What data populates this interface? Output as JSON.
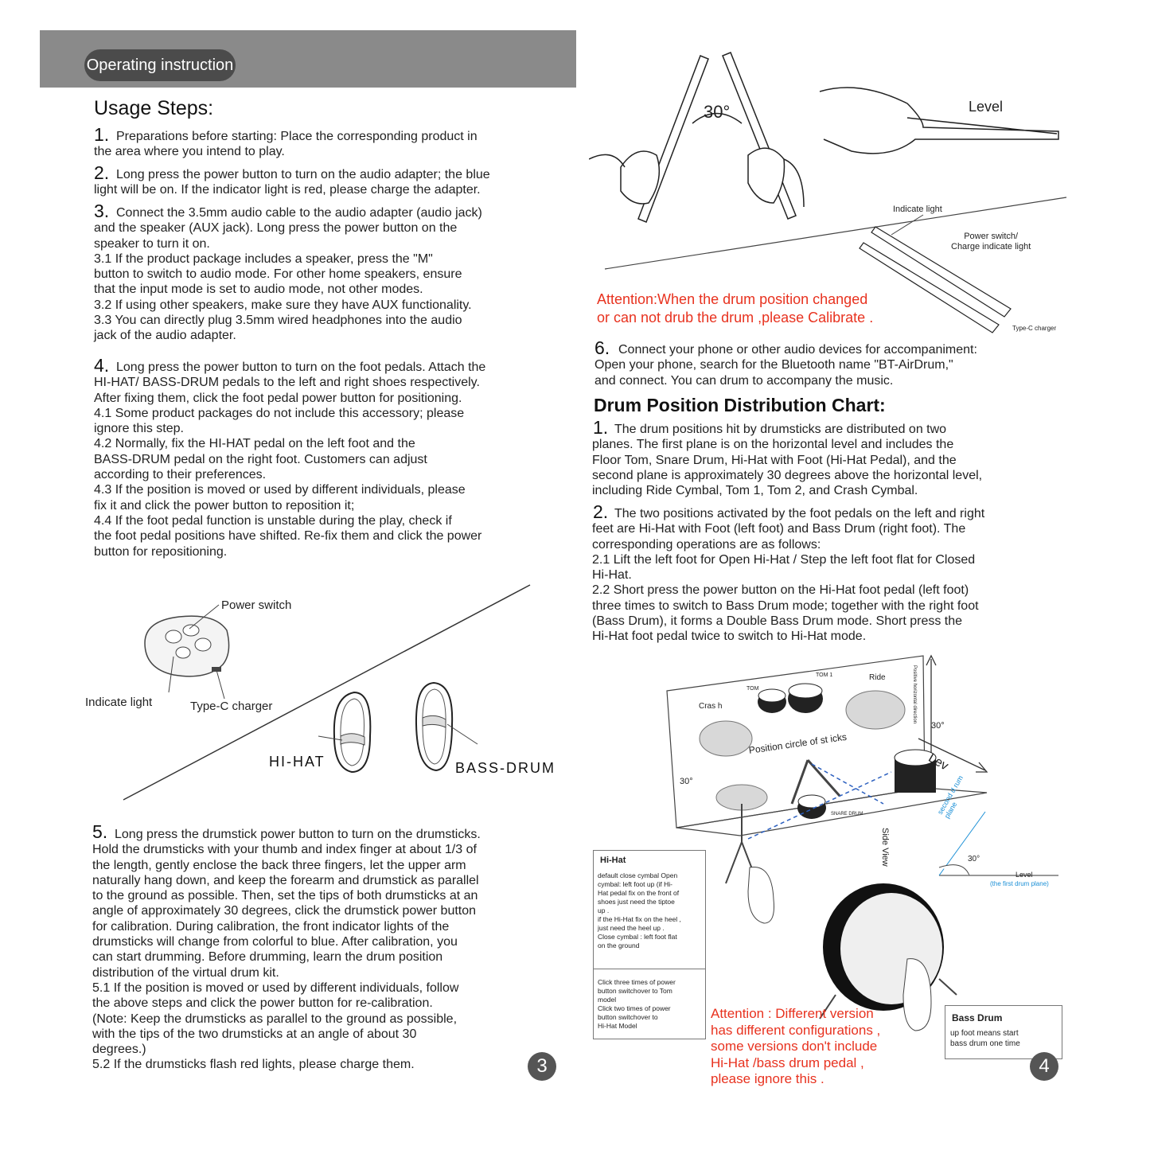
{
  "header": {
    "title": "Operating instruction"
  },
  "left": {
    "heading": "Usage Steps:",
    "step1": {
      "num": "1.",
      "text": "Preparations before starting: Place the corresponding product in\nthe area where you intend to play."
    },
    "step2": {
      "num": "2.",
      "text": "Long press the power button to turn on the audio adapter; the blue\nlight will be on. If the indicator light is red, please charge the adapter."
    },
    "step3": {
      "num": "3.",
      "text": "Connect the 3.5mm audio cable to the audio adapter (audio jack)\nand the speaker (AUX jack). Long press the  power button on the\nspeaker to turn it on.\n      3.1 If the product package includes a speaker, press the \"M\"\nbutton to switch to audio mode. For other home speakers, ensure\nthat the input mode is set to audio mode, not other modes.\n    3.2 If using other speakers, make sure they have AUX functionality.\n    3.3 You can directly plug 3.5mm wired headphones into the audio\njack of the audio adapter."
    },
    "step4": {
      "num": "4.",
      "text": "Long press the power button to turn on the foot pedals. Attach the\nHI-HAT/ BASS-DRUM pedals to the left and right shoes respectively.\nAfter fixing them, click the foot pedal power button for positioning.\n      4.1 Some product packages do not include this accessory; please\nignore this step.\n      4.2 Normally, fix the HI-HAT pedal on the left foot and the\nBASS-DRUM pedal on the right foot. Customers can adjust\naccording to their preferences.\n      4.3 If the position is moved or used by different individuals, please\nfix it and click the power button to reposition it;\n      4.4 If the foot pedal function is unstable during the play, check if\nthe foot pedal positions have shifted. Re-fix them and click the power\nbutton for repositioning."
    },
    "step5": {
      "num": "5.",
      "text": "Long press the drumstick power button to turn on the drumsticks.\nHold the drumsticks with your thumb and index finger at about 1/3 of\nthe length, gently enclose the back three fingers, let the upper arm\nnaturally hang down, and keep the forearm and drumstick as parallel\nto the ground as possible. Then, set the tips of both drumsticks at an\nangle of approximately 30 degrees, click the drumstick power button\nfor calibration. During calibration, the front indicator lights of the\ndrumsticks will change from colorful to blue. After calibration, you\ncan start drumming. Before drumming, learn the drum position\ndistribution of the virtual drum kit.\n    5.1 If the position is moved or used by different individuals, follow\nthe above steps and click the power button for re-calibration.\n(Note: Keep the drumsticks as parallel to the ground as possible,\nwith the tips of the two drumsticks at an angle of about 30\ndegrees.)\n    5.2 If the drumsticks flash red lights, please charge them."
    },
    "labels": {
      "power_switch": "Power switch",
      "indicate_light": "Indicate light",
      "type_c_charger": "Type-C  charger",
      "hi_hat": "HI-HAT",
      "bass_drum": "BASS-DRUM"
    },
    "page_number": "3"
  },
  "right": {
    "angle_label": "30°",
    "level_label": "Level",
    "stick_labels": {
      "indicate_light": "Indicate light",
      "power_switch": "Power switch/\nCharge indicate light",
      "type_c": "Type-C charger"
    },
    "attention_calibrate": "Attention:When the drum position changed\nor can not drub the drum ,please Calibrate .",
    "step6": {
      "num": "6.",
      "text": "Connect your phone or other audio devices for accompaniment:\nOpen your phone, search for the Bluetooth name \"BT-AirDrum,\"\nand connect. You can drum to accompany the music."
    },
    "chart_heading": "Drum Position Distribution Chart:",
    "chart1": {
      "num": "1.",
      "text": "The drum positions hit by drumsticks are distributed on two\nplanes. The first plane is on the horizontal level and includes the\n Floor Tom, Snare Drum, Hi-Hat with Foot (Hi-Hat Pedal), and the\nsecond plane is approximately 30 degrees above the horizontal level,\nincluding Ride Cymbal, Tom 1, Tom 2, and Crash Cymbal."
    },
    "chart2": {
      "num": "2.",
      "text": "The two positions activated by the foot pedals on the left and right\nfeet are Hi-Hat with Foot (left foot) and Bass Drum (right foot). The\ncorresponding operations are as follows:\n    2.1 Lift the left foot for Open Hi-Hat / Step the left foot flat for Closed\nHi-Hat.\n    2.2 Short press the power button on the Hi-Hat foot pedal (left foot)\nthree times to switch to Bass Drum mode; together with the right foot\n(Bass Drum), it forms a Double Bass Drum mode. Short press the\nHi-Hat foot pedal twice to switch to Hi-Hat mode."
    },
    "diagram": {
      "crash": "Cras h",
      "tom": "TOM",
      "tom1": "TOM 1",
      "ride": "Ride",
      "position_circle": "Position circle of st icks",
      "angle": "30°",
      "lev": "Lev",
      "snare": "SNARE DRUM",
      "side_view": "Side View",
      "second_plane": "second d rum\nplane",
      "level": "Level",
      "first_plane": "(the first drum plane)",
      "vertical_note": "Positive horizontal direction"
    },
    "hihat_box": {
      "title": "Hi-Hat",
      "text1": "default close cymbal Open\ncymbal: left foot up (if Hi-\nHat pedal fix on the front of\nshoes just need the tiptoe\nup .\nif the Hi-Hat fix on the heel ,\njust need the heel up .\nClose cymbal : left foot flat\non the ground",
      "text2": "Click three times of power\nbutton switchover to Tom\nmodel\nClick two times of power\nbutton switchover to\nHi-Hat Model"
    },
    "bass_box": {
      "title": "Bass Drum",
      "text": "up foot means start\nbass drum one time"
    },
    "attention_version": "Attention : Different version\nhas different configurations ,\nsome versions don't include\nHi-Hat /bass drum pedal ,\nplease ignore this .",
    "page_number": "4"
  }
}
